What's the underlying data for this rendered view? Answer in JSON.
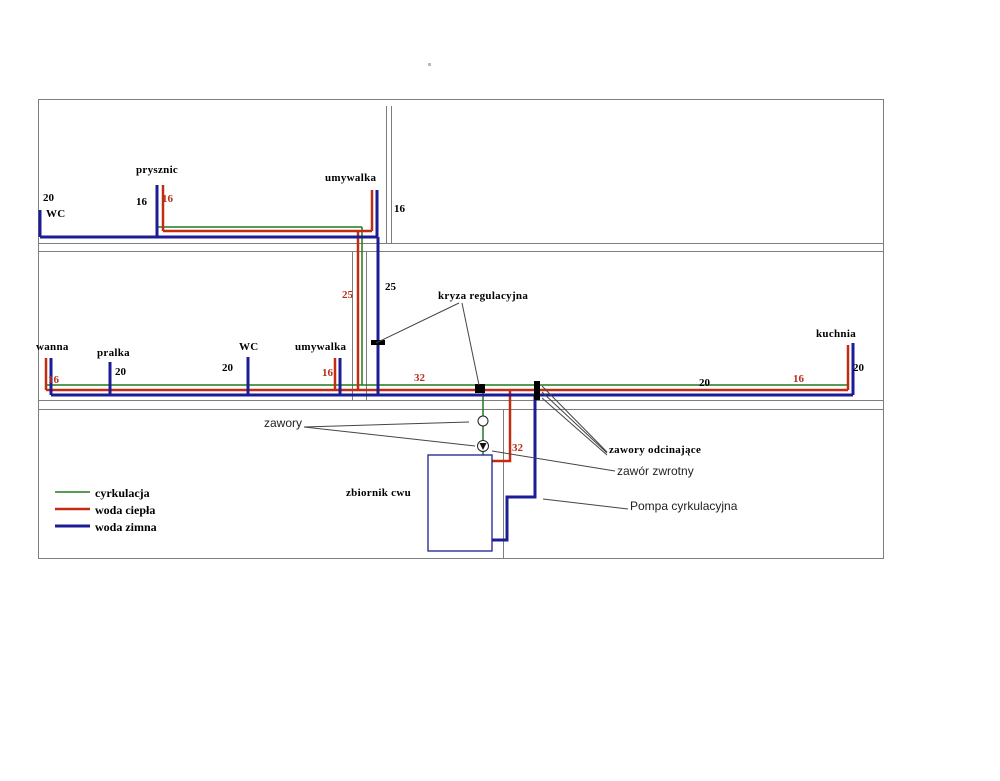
{
  "colors": {
    "circulation": "#1e7a1e",
    "hot_water": "#c22d12",
    "cold_water": "#1c1c96",
    "walls": "#7d7d7d",
    "pointer": "#454545"
  },
  "legend": {
    "items": [
      {
        "label": "cyrkulacja"
      },
      {
        "label": "woda ciepła"
      },
      {
        "label": "woda zimna"
      }
    ]
  },
  "floor1": {
    "wc": {
      "label": "WC",
      "diameter": "20"
    },
    "prysznic": {
      "label": "prysznic",
      "cold_diameter": "16",
      "hot_diameter": "16"
    },
    "umywalka": {
      "label": "umywalka",
      "diameter": "16"
    }
  },
  "risers": {
    "hot_diameter": "25",
    "cold_diameter": "25"
  },
  "floor0": {
    "wanna": {
      "label": "wanna",
      "hot_diameter": "16"
    },
    "pralka": {
      "label": "pralka",
      "diameter": "20"
    },
    "wc": {
      "label": "WC",
      "diameter": "20"
    },
    "umywalka": {
      "label": "umywalka",
      "hot_diameter": "16"
    },
    "kuchnia": {
      "label": "kuchnia",
      "hot_diameter": "16",
      "cold_diameter": "20"
    },
    "mains": {
      "hot_diameter": "32",
      "cold_diameter": "20"
    }
  },
  "basement": {
    "tank_label": "zbiornik cwu",
    "cold_feed_diameter": "32"
  },
  "annotations": {
    "kryza": "kryza regulacyjna",
    "zawory": "zawory",
    "zawory_odcinajace": "zawory odcinające",
    "zawor_zwrotny": "zawór zwrotny",
    "pompa": "Pompa cyrkulacyjna"
  }
}
